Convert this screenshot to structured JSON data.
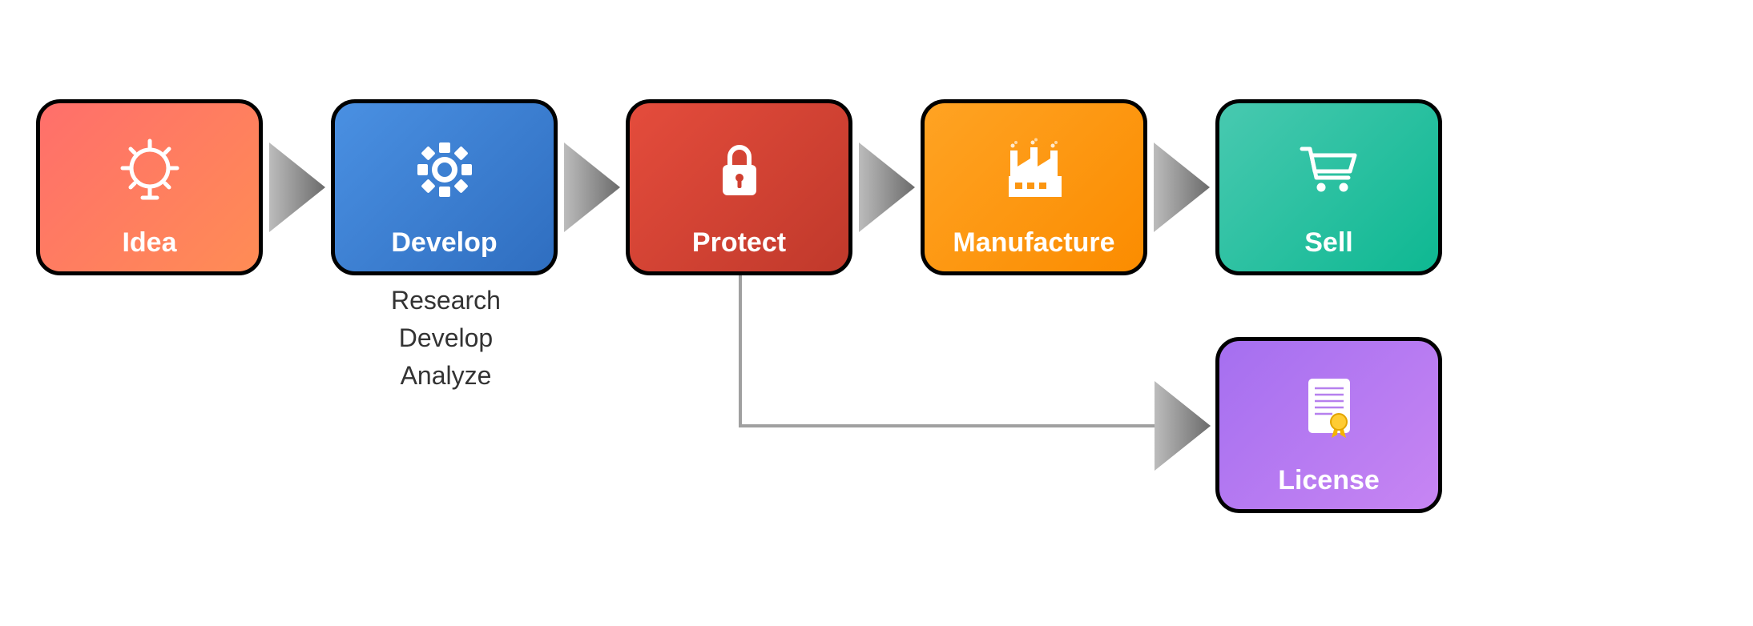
{
  "steps": [
    {
      "id": "idea",
      "label": "Idea",
      "icon": "lightbulb-icon",
      "gradient": [
        "#ff6f6b",
        "#ff8c55"
      ]
    },
    {
      "id": "develop",
      "label": "Develop",
      "icon": "gear-icon",
      "gradient": [
        "#4a90e2",
        "#2f6ec0"
      ]
    },
    {
      "id": "protect",
      "label": "Protect",
      "icon": "lock-icon",
      "gradient": [
        "#e44c3c",
        "#c0392b"
      ]
    },
    {
      "id": "manufacture",
      "label": "Manufacture",
      "icon": "factory-icon",
      "gradient": [
        "#ffa323",
        "#fb8c00"
      ]
    },
    {
      "id": "sell",
      "label": "Sell",
      "icon": "shopping-cart-icon",
      "gradient": [
        "#48c9b0",
        "#0eb892"
      ]
    },
    {
      "id": "license",
      "label": "License",
      "icon": "certificate-icon",
      "gradient": [
        "#a56ff0",
        "#c785f3"
      ]
    }
  ],
  "develop_details": [
    "Research",
    "Develop",
    "Analyze"
  ],
  "colors": {
    "border": "#000000",
    "arrow_light": "#bcbcbc",
    "arrow_dark": "#6b6b6b",
    "connector_line": "#a0a0a0",
    "detail_text": "#333333"
  }
}
